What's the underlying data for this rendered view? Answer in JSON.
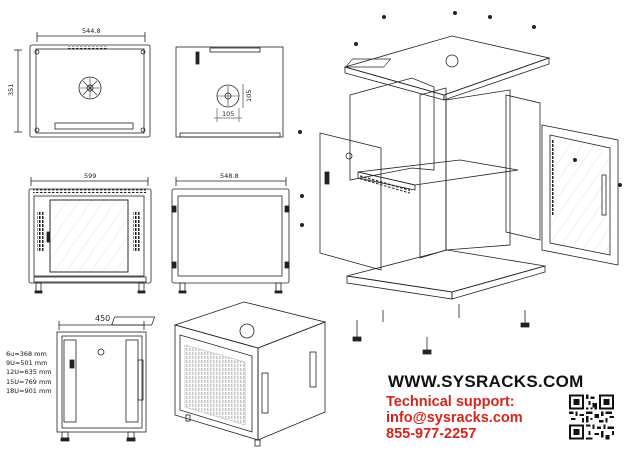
{
  "dimensions": {
    "top_width": "544.8",
    "top_height": "351",
    "fan_h": "105",
    "fan_w": "105",
    "front_width": "599",
    "side_depth": "548.8",
    "rear_width": "450"
  },
  "heights": [
    "6u=368 mm",
    "9U=501 mm",
    "12U=635 mm",
    "15U=769 mm",
    "18U=901 mm"
  ],
  "contact": {
    "website": "WWW.SYSRACKS.COM",
    "support_label": "Technical support:",
    "email": "info@sysracks.com",
    "phone": "855-977-2257"
  },
  "colors": {
    "line": "#222222",
    "brand_red": "#d8231a",
    "text_dark": "#111111"
  }
}
